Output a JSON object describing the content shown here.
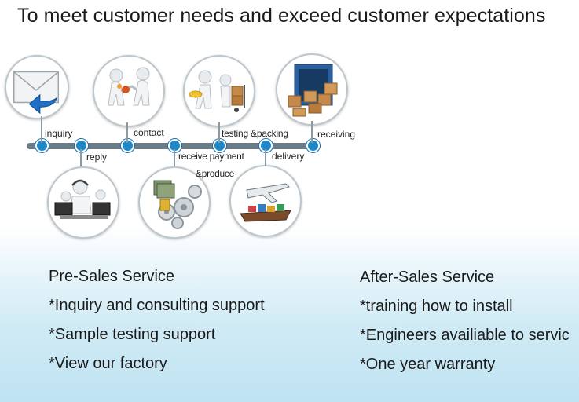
{
  "title": "To meet customer needs and exceed customer expectations",
  "steps": {
    "inquiry": "inquiry",
    "reply": "reply",
    "contact": "contact",
    "receive_payment_line1": "receive payment",
    "receive_payment_line2": "&produce",
    "testing_packing": "testing &packing",
    "delivery": "delivery",
    "receiving": "receiving"
  },
  "icons": [
    "envelope-reply-icon",
    "handshake-people-icon",
    "testing-packing-people-icon",
    "shipping-container-icon",
    "call-center-icon",
    "money-gears-icon",
    "airplane-ship-icon"
  ],
  "colors": {
    "accent_dot": "#1e88c8",
    "timeline": "#6b7c86",
    "footer_bg": "#cfeaf5"
  },
  "pre_sales": {
    "heading": "Pre-Sales Service",
    "items": [
      "*Inquiry and consulting support",
      "*Sample testing support",
      "*View our factory"
    ]
  },
  "after_sales": {
    "heading": "After-Sales Service",
    "items": [
      "*training how to install",
      "*Engineers availiable to servic",
      "*One year warranty"
    ]
  }
}
